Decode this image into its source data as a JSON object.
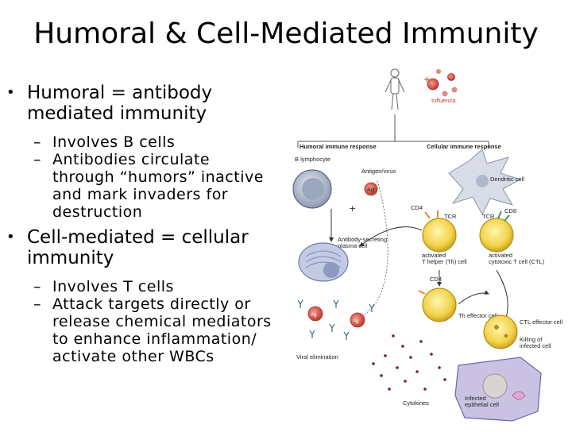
{
  "title": "Humoral & Cell-Mediated Immunity",
  "bullets": [
    {
      "text": "Humoral = antibody mediated immunity",
      "sub": [
        "Involves B cells",
        "Antibodies circulate through “humors” inactive and mark invaders for destruction"
      ]
    },
    {
      "text": "Cell-mediated = cellular immunity",
      "sub": [
        "Involves T cells",
        "Attack targets directly or release chemical mediators to enhance inflammation/ activate other WBCs"
      ]
    }
  ],
  "diagram": {
    "influenza": "Influenza",
    "humoral_response": "Humoral immune response",
    "cellular_response": "Cellular immune response",
    "b_lymphocyte": "B lymphocyte",
    "antigen_virus": "Antigen/virus",
    "dendritic_cell": "Dendritic cell",
    "cd4_a": "CD4",
    "cd8_a": "CD8",
    "tcr_a": "TCR",
    "tcr_b": "TCR",
    "antibody_plasma": "Antibody-secreting plasma cell",
    "helper_t": "activated T helper (Th) cell",
    "cytotoxic_t": "activated cytotoxic T cell (CTL)",
    "cd4_b": "CD4",
    "th_effector": "Th effector cell",
    "ctl_effector": "CTL effector cell",
    "killing": "Killing of infected cell",
    "viral_elimination": "Viral elimination",
    "cytokines": "Cytokines",
    "infected_epithelial": "Infected epithelial cell",
    "ag": "Ag"
  }
}
